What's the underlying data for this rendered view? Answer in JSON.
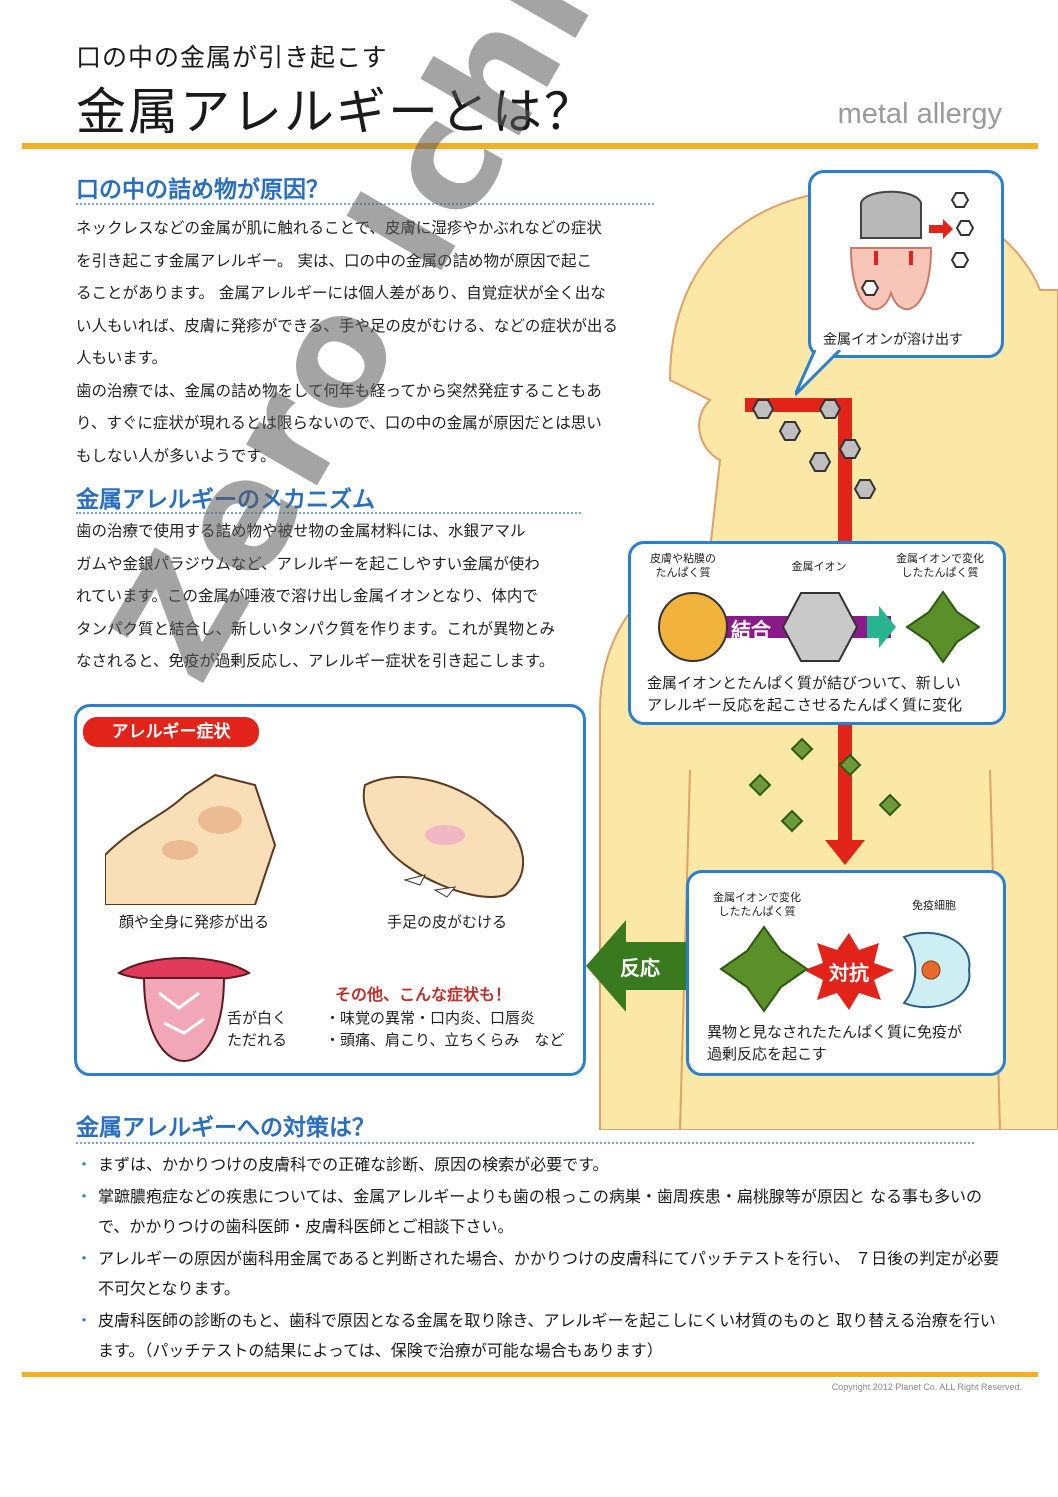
{
  "header": {
    "subtitle": "口の中の金属が引き起こす",
    "title": "金属アレルギーとは？",
    "english": "metal allergy"
  },
  "section1": {
    "heading": "口の中の詰め物が原因？",
    "lines": [
      "ネックレスなどの金属が肌に触れることで、皮膚に湿疹やかぶれなどの症状",
      "を引き起こす金属アレルギー。 実は、口の中の金属の詰め物が原因で起こ",
      "ることがあります。 金属アレルギーには個人差があり、自覚症状が全く出な",
      "い人もいれば、皮膚に発疹ができる、手や足の皮がむける、などの症状が出る",
      "人もいます。",
      "歯の治療では、金属の詰め物をして何年も経ってから突然発症することもあ",
      "り、すぐに症状が現れるとは限らないので、口の中の金属が原因だとは思い",
      "もしない人が多いようです。"
    ]
  },
  "section2": {
    "heading": "金属アレルギーのメカニズム",
    "lines": [
      "歯の治療で使用する詰め物や被せ物の金属材料には、水銀アマル",
      "ガムや金銀パラジウムなど、アレルギーを起こしやすい金属が使わ",
      "れています。この金属が唾液で溶け出し金属イオンとなり、体内で",
      "タンパク質と結合し、新しいタンパク質を作ります。これが異物とみ",
      "なされると、免疫が過剰反応し、アレルギー症状を引き起こします。"
    ]
  },
  "symptoms": {
    "badge": "アレルギー症状",
    "face_caption": "顔や全身に発疹が出る",
    "foot_caption": "手足の皮がむける",
    "tongue_caption_1": "舌が白く",
    "tongue_caption_2": "ただれる",
    "other_title": "その他、こんな症状も！",
    "other_1": "・味覚の異常・口内炎、口唇炎",
    "other_2": "・頭痛、肩こり、立ちくらみ　など"
  },
  "diagram": {
    "ion_caption": "金属イオンが溶け出す",
    "bind_label_1a": "皮膚や粘膜の",
    "bind_label_1b": "たんぱく質",
    "bind_label_2": "金属イオン",
    "bind_label_3a": "金属イオンで変化",
    "bind_label_3b": "したたんぱく質",
    "bind_word": "結合",
    "bind_caption_1": "金属イオンとたんぱく質が結びついて、新しい",
    "bind_caption_2": "アレルギー反応を起こさせるたんぱく質に変化",
    "react_label_1a": "金属イオンで変化",
    "react_label_1b": "したたんぱく質",
    "react_label_2": "免疫細胞",
    "resist_word": "対抗",
    "react_caption_1": "異物と見なされたたんぱく質に免疫が",
    "react_caption_2": "過剰反応を起こす",
    "reaction_arrow": "反応"
  },
  "section3": {
    "heading": "金属アレルギーへの対策は？",
    "items": [
      "まずは、かかりつけの皮膚科での正確な診断、原因の検索が必要です。",
      "掌蹠膿疱症などの疾患については、金属アレルギーよりも歯の根っこの病巣・歯周疾患・扁桃腺等が原因と なる事も多いので、かかりつけの歯科医師・皮膚科医師とご相談下さい。",
      "アレルギーの原因が歯科用金属であると判断された場合、かかりつけの皮膚科にてパッチテストを行い、 ７日後の判定が必要不可欠となります。",
      "皮膚科医師の診断のもと、歯科で原因となる金属を取り除き、アレルギーを起こしにくい材質のものと 取り替える治療を行います。（パッチテストの結果によっては、保険で治療が可能な場合もあります）"
    ]
  },
  "footer": {
    "copyright": "Copyright 2012 Planet Co. ALL Right Reserved."
  },
  "watermark": "Zero Ichi",
  "colors": {
    "accent": "#f2b125",
    "blue": "#2a6fbf",
    "red": "#e2231a",
    "green": "#3a7a1e"
  }
}
